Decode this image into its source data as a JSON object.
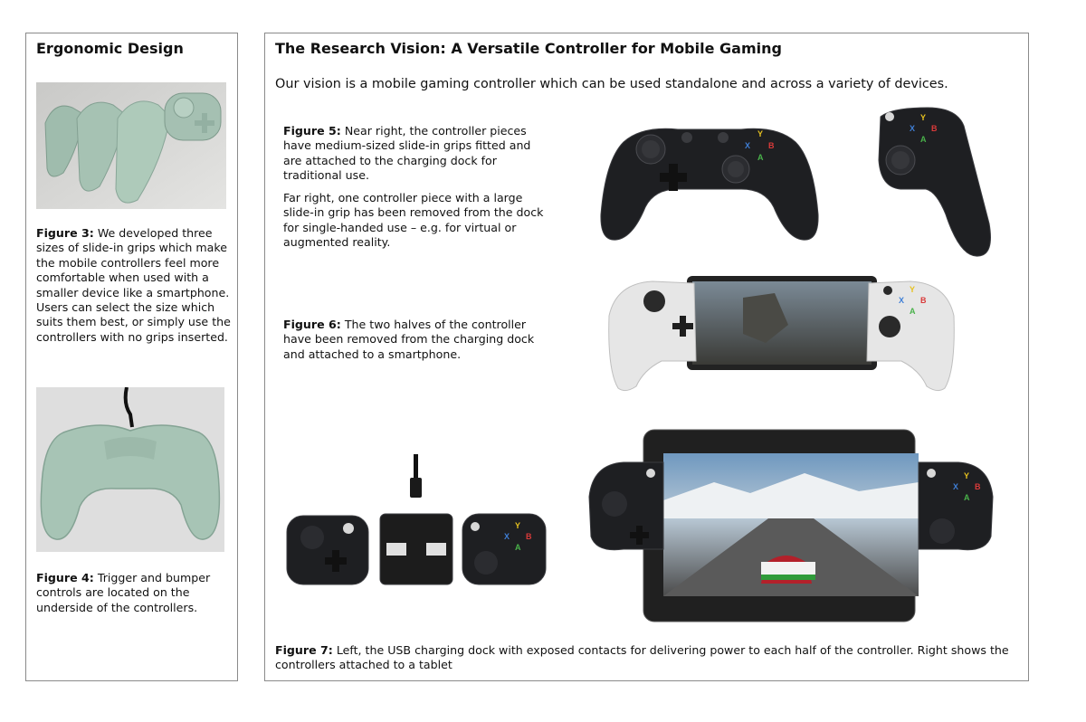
{
  "left_panel": {
    "heading": "Ergonomic Design",
    "figure3": {
      "label": "Figure 3:",
      "text": " We developed three sizes of slide-in grips which make the mobile controllers feel more comfortable when used with a smaller device like a smartphone. Users can select the size which suits them best, or simply use the controllers with no grips inserted."
    },
    "figure4": {
      "label": "Figure 4:",
      "text": " Trigger and bumper controls are located on the underside of the controllers."
    }
  },
  "right_panel": {
    "heading": "The Research Vision: A Versatile Controller for Mobile Gaming",
    "intro": "Our vision is a mobile gaming controller which can be used standalone and across a variety of devices.",
    "figure5": {
      "label": "Figure 5:",
      "text": " Near right, the controller pieces have medium-sized slide-in grips fitted and are attached to the charging dock for traditional use.",
      "text2": "Far right, one controller piece with a large slide-in grip has been removed from the dock for single-handed use – e.g. for virtual or augmented reality."
    },
    "figure6": {
      "label": "Figure 6:",
      "text": " The two halves of the controller have been removed from the charging dock and attached to a smartphone."
    },
    "figure7": {
      "label": "Figure 7:",
      "text": " Left, the USB charging dock with exposed contacts for delivering power to each half of the controller. Right shows the controllers attached to a tablet"
    }
  },
  "button_glyphs": {
    "y": "Y",
    "x": "X",
    "b": "B",
    "a": "A"
  },
  "colors": {
    "prototype_green": "#a9c4b4",
    "controller_black": "#1e1f22",
    "controller_white": "#e6e6e6",
    "btn_y": "#e7c21f",
    "btn_x": "#3f7fd6",
    "btn_b": "#d93a3a",
    "btn_a": "#49b24a"
  }
}
